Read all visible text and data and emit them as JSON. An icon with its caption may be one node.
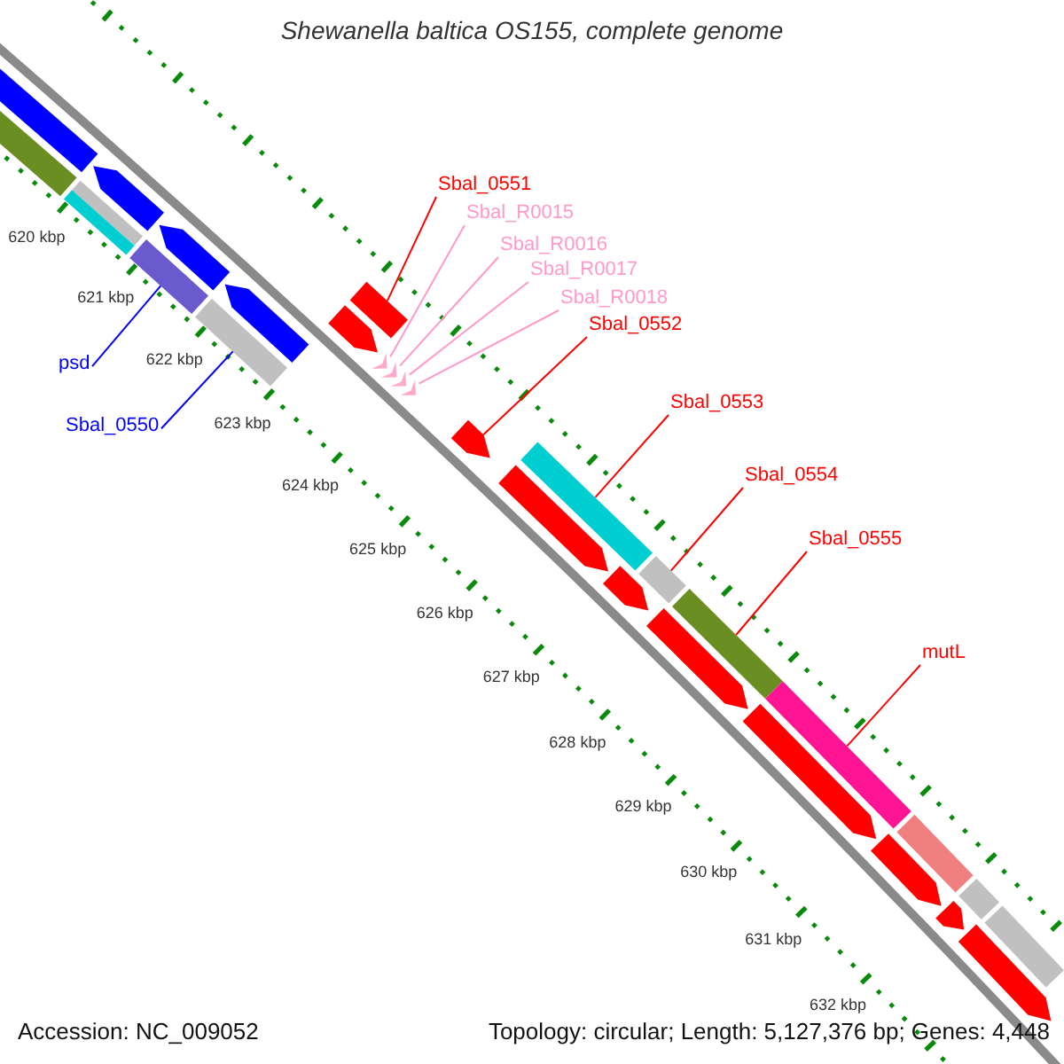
{
  "diagram": {
    "title": "Shewanella baltica OS155, complete genome",
    "nodes": [
      {
        "text": [
          "psd"
        ]
      },
      {
        "text": [
          "Sbal_0550"
        ]
      },
      {
        "text": [
          "Sbal_0551"
        ]
      },
      {
        "text": [
          "Sbal_R0015"
        ]
      },
      {
        "text": [
          "Sbal_R0016"
        ]
      },
      {
        "text": [
          "Sbal_R0017"
        ]
      },
      {
        "text": [
          "Sbal_R0018"
        ]
      },
      {
        "text": [
          "Sbal_0552"
        ]
      },
      {
        "text": [
          "Sbal_0553"
        ]
      },
      {
        "text": [
          "Sbal_0554"
        ]
      },
      {
        "text": [
          "Sbal_0555"
        ]
      },
      {
        "text": [
          "mutL"
        ]
      },
      {
        "text": [],
        "shape": "bar"
      },
      {
        "text": [],
        "shape": "arrow"
      },
      {
        "text": [],
        "shape": "arrow"
      },
      {
        "text": [],
        "shape": "arrow"
      },
      {
        "text": [],
        "shape": "bar"
      },
      {
        "text": [],
        "shape": "bar"
      },
      {
        "text": [],
        "shape": "bar"
      },
      {
        "text": [],
        "shape": "bar"
      },
      {
        "text": [],
        "shape": "bar"
      },
      {
        "text": [],
        "shape": "bar"
      },
      {
        "text": [],
        "shape": "arrow"
      },
      {
        "text": [],
        "shape": "arrow"
      },
      {
        "text": [],
        "shape": "arrow"
      },
      {
        "text": [],
        "shape": "arrow"
      },
      {
        "text": [],
        "shape": "arrow"
      },
      {
        "text": [],
        "shape": "arrow"
      },
      {
        "text": [],
        "shape": "bar"
      },
      {
        "text": [],
        "shape": "arrow"
      },
      {
        "text": [],
        "shape": "bar"
      },
      {
        "text": [],
        "shape": "arrow"
      },
      {
        "text": [],
        "shape": "bar"
      },
      {
        "text": [],
        "shape": "arrow"
      },
      {
        "text": [],
        "shape": "bar"
      },
      {
        "text": [],
        "shape": "arrow"
      },
      {
        "text": [],
        "shape": "bar"
      },
      {
        "text": [],
        "shape": "arrow"
      },
      {
        "text": [],
        "shape": "bar"
      },
      {
        "text": [],
        "shape": "arrow"
      },
      {
        "text": [],
        "shape": "bar"
      },
      {
        "text": [],
        "shape": "arrow"
      }
    ],
    "edges": [
      {
        "from": 0,
        "to": 19,
        "arrow": "none",
        "color": "#0000ff"
      },
      {
        "from": 1,
        "to": 20,
        "arrow": "none",
        "color": "#0000ff"
      },
      {
        "from": 2,
        "to": 21,
        "arrow": "none"
      },
      {
        "from": 3,
        "to": 23,
        "arrow": "none",
        "color": "#ff99cc"
      },
      {
        "from": 4,
        "to": 24,
        "arrow": "none",
        "color": "#ff99cc"
      },
      {
        "from": 5,
        "to": 25,
        "arrow": "none",
        "color": "#ff99cc"
      },
      {
        "from": 6,
        "to": 26,
        "arrow": "none",
        "color": "#ff99cc"
      },
      {
        "from": 7,
        "to": 27,
        "arrow": "none"
      },
      {
        "from": 8,
        "to": 28,
        "arrow": "none"
      },
      {
        "from": 9,
        "to": 30,
        "arrow": "none"
      },
      {
        "from": 10,
        "to": 32,
        "arrow": "none"
      },
      {
        "from": 11,
        "to": 34,
        "arrow": "none"
      }
    ],
    "labels": [
      "620 kbp",
      "621 kbp",
      "622 kbp",
      "623 kbp",
      "624 kbp",
      "625 kbp",
      "626 kbp",
      "627 kbp",
      "628 kbp",
      "629 kbp",
      "630 kbp",
      "631 kbp",
      "632 kbp",
      "Accession: NC_009052",
      "Topology: circular; Length: 5,127,376 bp; Genes: 4,448"
    ]
  }
}
